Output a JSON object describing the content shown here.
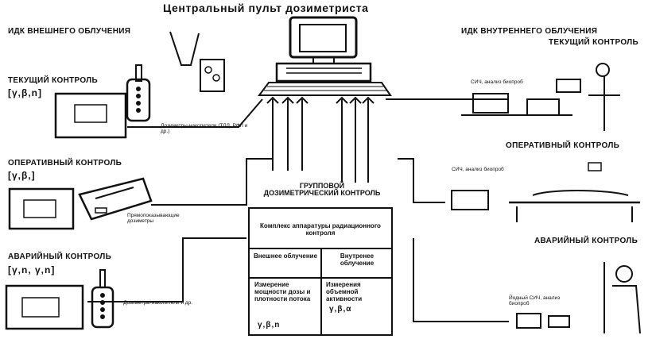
{
  "title": "Центральный пульт дозиметриста",
  "left": {
    "external_header": "ИДК ВНЕШНЕГО ОБЛУЧЕНИЯ",
    "current": {
      "label": "ТЕКУЩИЙ КОНТРОЛЬ",
      "types": "[γ,β,n]",
      "note": "Дозиметры-накопители (ТЛД, РФЛ и др.)"
    },
    "operative": {
      "label": "ОПЕРАТИВНЫЙ КОНТРОЛЬ",
      "types": "[γ,β,]",
      "note": "Прямопоказывающие дозиметры"
    },
    "emergency": {
      "label": "АВАРИЙНЫЙ КОНТРОЛЬ",
      "types": "[γ,n, γ,n]",
      "note": "Дозиметры-накопители и др."
    }
  },
  "right": {
    "internal_header": "ИДК ВНУТРЕННЕГО ОБЛУЧЕНИЯ",
    "current_label": "ТЕКУЩИЙ КОНТРОЛЬ",
    "current_device": "СИЧ, анализ биопроб",
    "operative_label": "ОПЕРАТИВНЫЙ КОНТРОЛЬ",
    "operative_device": "СИЧ, анализ биопроб",
    "emergency_label": "АВАРИЙНЫЙ КОНТРОЛЬ",
    "emergency_device": "Йодный СИЧ, анализ биопроб"
  },
  "center": {
    "group_title": "ГРУППОВОЙ ДОЗИМЕТРИЧЕСКИЙ КОНТРОЛЬ",
    "complex": "Комплекс аппаратуры радиационного контроля",
    "external": "Внешнее облучение",
    "internal": "Внутренее облучение",
    "external_measure": "Измерение мощности дозы и плотности потока",
    "external_types": "γ,β,n",
    "internal_measure": "Измерения объемной активности",
    "internal_types": "γ,β,α"
  }
}
